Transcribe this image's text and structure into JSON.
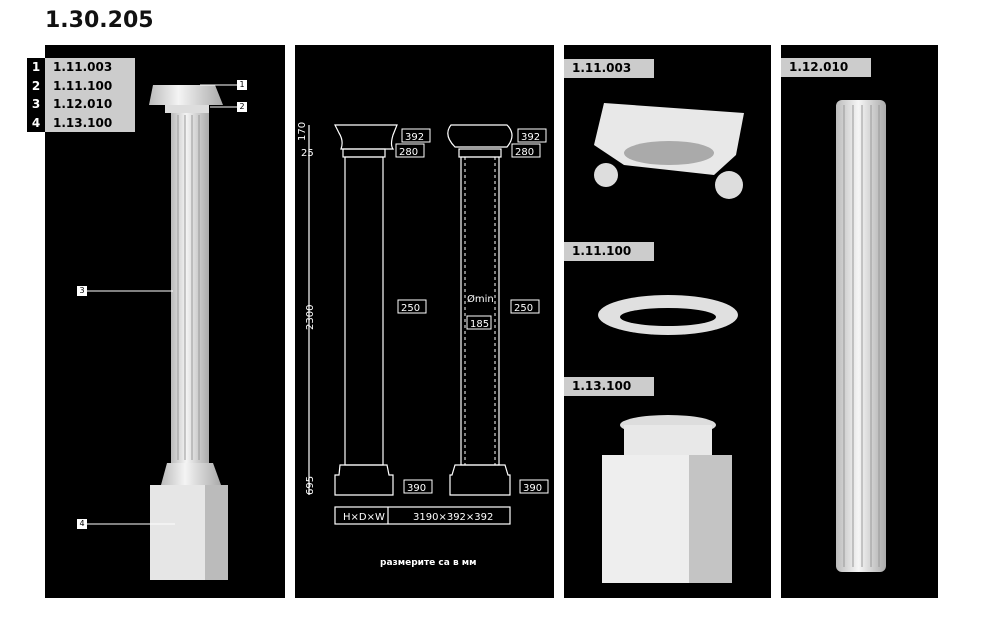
{
  "title": "1.30.205",
  "legend": [
    {
      "n": "1",
      "code": "1.11.003"
    },
    {
      "n": "2",
      "code": "1.11.100"
    },
    {
      "n": "3",
      "code": "1.12.010"
    },
    {
      "n": "4",
      "code": "1.13.100"
    }
  ],
  "callouts": [
    "1",
    "2",
    "3",
    "4"
  ],
  "drawing": {
    "h_cap": "170",
    "h_neck": "25",
    "h_shaft": "2300",
    "h_base": "695",
    "w_cap": "392",
    "w_neck": "280",
    "w_shaft": "250",
    "w_min": "185",
    "min_label": "Ømin",
    "w_base": "390",
    "dims_label": "H×D×W",
    "dims_value": "3190×392×392",
    "note": "размерите са в мм"
  },
  "parts": {
    "capital": "1.11.003",
    "ring": "1.11.100",
    "base": "1.13.100",
    "shaft": "1.12.010"
  }
}
